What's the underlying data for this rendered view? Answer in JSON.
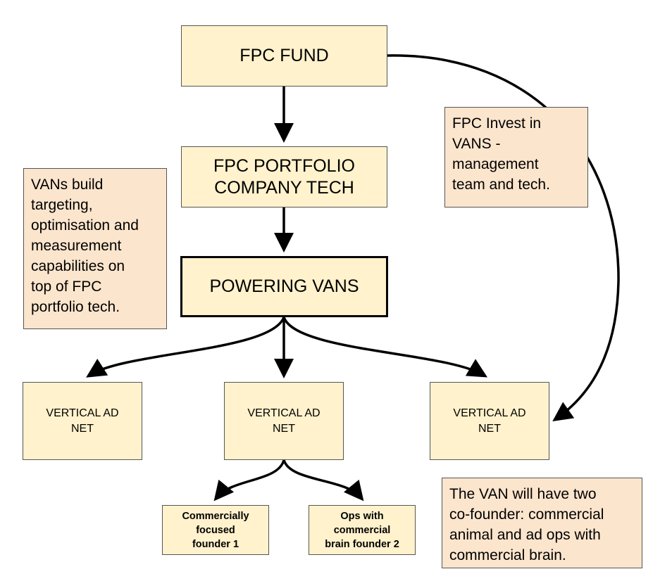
{
  "nodes": {
    "fund": "FPC FUND",
    "portfolio": "FPC PORTFOLIO\nCOMPANY TECH",
    "powering": "POWERING VANS",
    "van_left": "VERTICAL AD\nNET",
    "van_center": "VERTICAL AD\nNET",
    "van_right": "VERTICAL AD\nNET",
    "founder1": "Commercially\nfocused\nfounder 1",
    "founder2": "Ops with\ncommercial\nbrain founder 2"
  },
  "notes": {
    "vans_build": "VANs build\ntargeting,\noptimisation and\nmeasurement\ncapabilities on\ntop of FPC\nportfolio tech.",
    "fpc_invest": "FPC Invest in\nVANS -\nmanagement\nteam and tech.",
    "co_founders": "The VAN will have two\nco-founder: commercial\nanimal and ad ops with\ncommercial brain."
  },
  "colors": {
    "box_fill": "#fff2cc",
    "note_fill": "#fce5cd",
    "border": "#555555",
    "arrow": "#000000"
  }
}
